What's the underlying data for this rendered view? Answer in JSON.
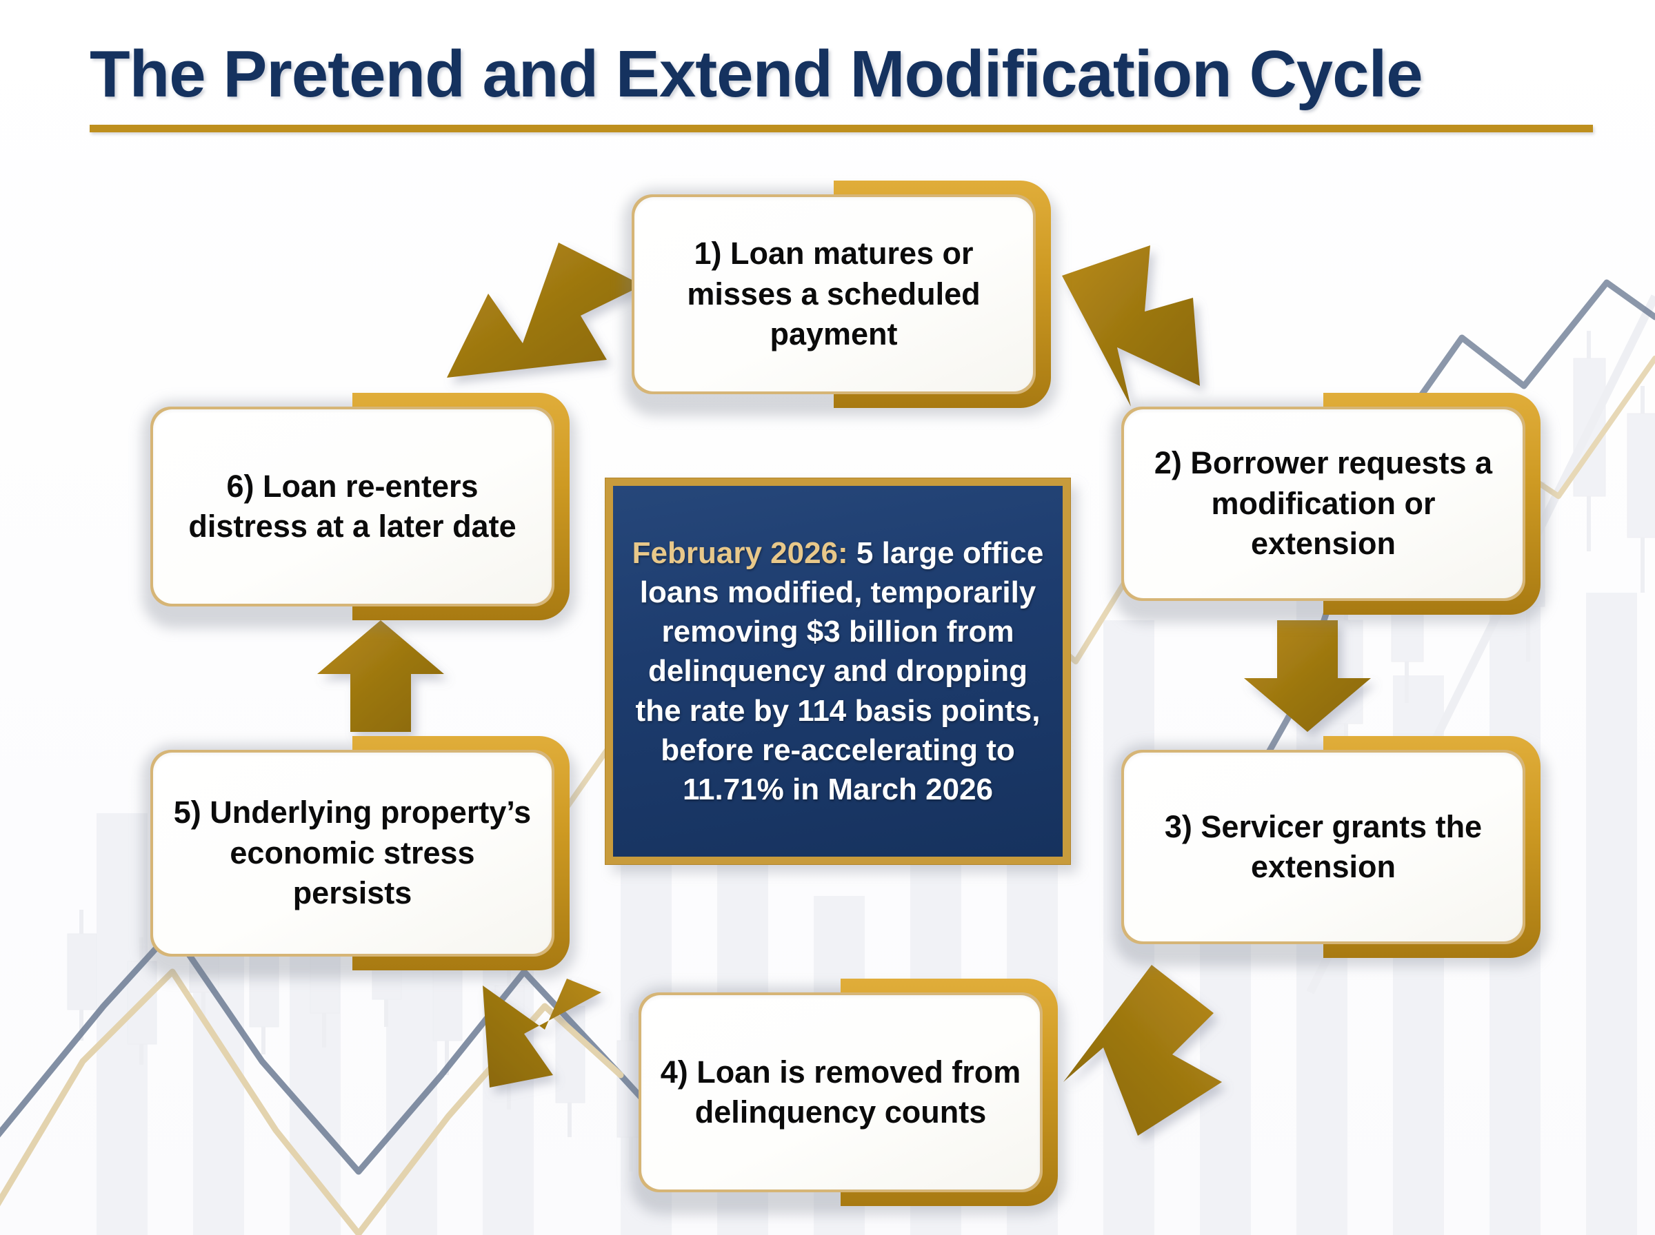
{
  "header": {
    "title": "The Pretend and Extend Modification Cycle",
    "rule_color": "#BE8F1E",
    "title_color": "#15325F"
  },
  "theme": {
    "navy": "#1B3763",
    "gold": "#BE8F1E",
    "arrow_gold": "#9A7510",
    "callout_bg": "#1D3C6E",
    "callout_border": "#C89B3C",
    "callout_lead_color": "#E8C88A",
    "card_bg": "#FEFEFC",
    "text_color": "#0B0B0B"
  },
  "cycle": {
    "steps": [
      {
        "id": "step-1",
        "label": "1) Loan matures or misses a scheduled payment"
      },
      {
        "id": "step-2",
        "label": "2) Borrower requests a modification or extension"
      },
      {
        "id": "step-3",
        "label": "3) Servicer grants the extension"
      },
      {
        "id": "step-4",
        "label": "4) Loan is removed from delinquency counts"
      },
      {
        "id": "step-5",
        "label": "5) Underlying property’s economic stress persists"
      },
      {
        "id": "step-6",
        "label": "6) Loan re-enters distress at a later date"
      }
    ]
  },
  "callout": {
    "lead": "February 2026:",
    "body": " 5 large office loans modified, temporarily removing $3 billion from delinquency and dropping the rate by 114 basis points, before re-accelerating to 11.71% in March 2026",
    "facts": {
      "month": "February 2026",
      "loans_modified": 5,
      "loan_type": "large office loans",
      "amount_removed_from_delinquency": "$3 billion",
      "rate_drop_basis_points": 114,
      "reaccelerated_rate_percent": 11.71,
      "reacceleration_month": "March 2026"
    }
  },
  "background": {
    "description": "faint financial chart watermark: candlestick bars, navy zigzag trendline, tan zigzag trendline, pale diagonal line"
  }
}
